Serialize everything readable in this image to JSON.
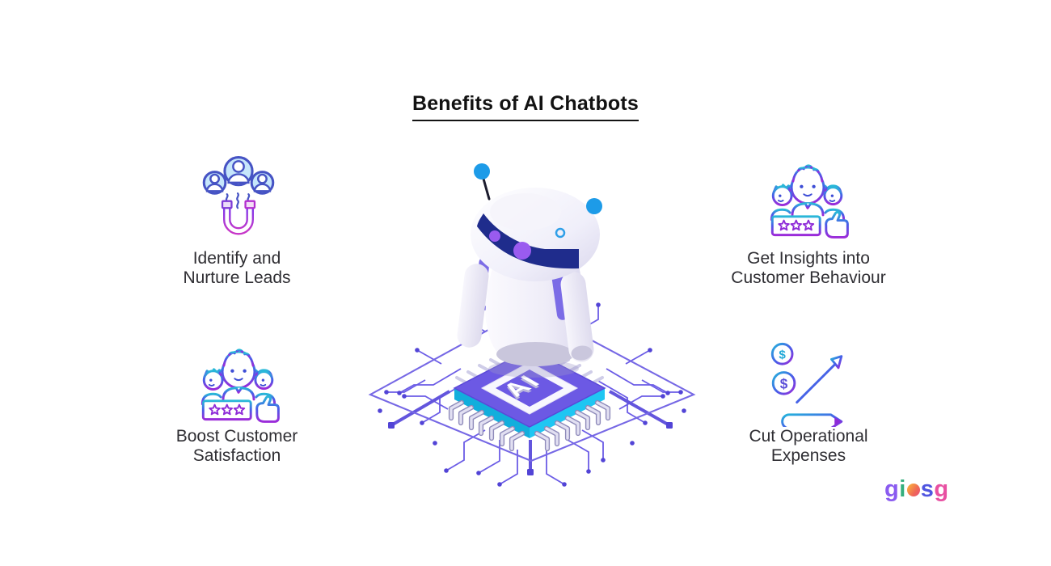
{
  "title": "Benefits of AI Chatbots",
  "benefits": [
    {
      "position": "top-left",
      "icon": "magnet-attracting-leads-icon",
      "line1": "Identify and",
      "line2": "Nurture Leads"
    },
    {
      "position": "top-right",
      "icon": "happy-customers-rating-icon",
      "line1": "Get Insights into",
      "line2": "Customer Behaviour"
    },
    {
      "position": "bottom-left",
      "icon": "happy-customers-rating-icon",
      "line1": "Boost Customer",
      "line2": "Satisfaction"
    },
    {
      "position": "bottom-right",
      "icon": "savings-growth-pencil-icon",
      "line1": "Cut Operational",
      "line2": "Expenses"
    }
  ],
  "center": {
    "illustration": "robot-standing-on-ai-chip-circuit-board",
    "chip_label": "AI"
  },
  "logo": {
    "name": "giosg",
    "letters": [
      {
        "char": "g",
        "color": "#8a5bf0"
      },
      {
        "char": "i",
        "color": "#35af7e"
      },
      {
        "char": "o",
        "color": "#f08a4b"
      },
      {
        "char": "s",
        "color": "#4f55e0"
      },
      {
        "char": "g",
        "color": "#e850a2"
      }
    ]
  },
  "colors": {
    "chip_top": "#6c59e4",
    "chip_side": "#1fc6f2",
    "circuit_trace": "#6b5ce6",
    "circuit_node": "#5244d6",
    "robot_visor": "#1f2c8c",
    "robot_eye": "#9a5bef",
    "antenna_ball": "#1d9be8",
    "icon_gradient_start": "#2bbad9",
    "icon_gradient_end": "#9c2bd9",
    "magnet_gradient_start": "#7c3aed",
    "magnet_gradient_end": "#c635c8",
    "avatar_blue": "#4653c4",
    "text": "#2f2e33"
  }
}
